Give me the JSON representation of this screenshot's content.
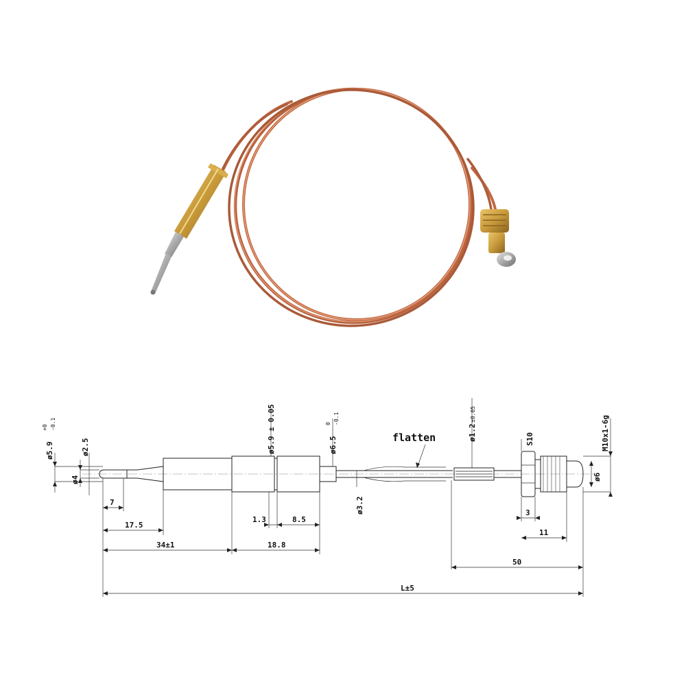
{
  "photo": {
    "colors": {
      "copper": "#c8744f",
      "brass": "#c89a3a",
      "steel": "#b0b0b0"
    }
  },
  "drawing": {
    "flatten_label": "flatten",
    "dims": {
      "d59_tol": "ø5.9",
      "d59_tol_sup": "+0",
      "d59_tol_sub": "-0.1",
      "d25": "ø2.5",
      "d4": "ø4",
      "d59_05": "ø5.9 ± 0.05",
      "d65": "ø6.5",
      "d65_sup": "0",
      "d65_sub": "-0.1",
      "d12": "ø1.2",
      "d12_sup": "±0.05",
      "s10": "S10",
      "m10": "M10x1-6g",
      "d6": "ø6",
      "d32": "ø3.2",
      "l7": "7",
      "l175": "17.5",
      "l34": "34±1",
      "l13": "1.3",
      "l85": "8.5",
      "l188": "18.8",
      "l3": "3",
      "l11": "11",
      "l50": "50",
      "total": "L±5"
    }
  }
}
